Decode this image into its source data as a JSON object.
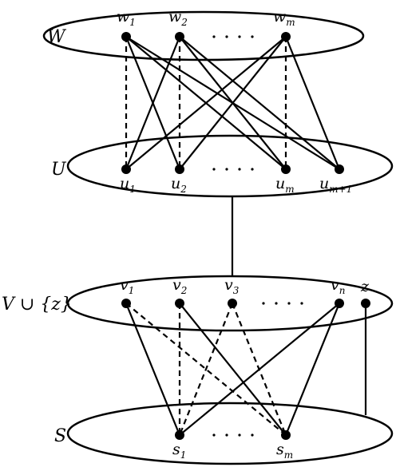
{
  "sets": {
    "W": "W",
    "U": "U",
    "V_union_z": "V ∪ {z}",
    "S": "S"
  },
  "vertices": {
    "w1": {
      "base": "w",
      "sub": "1"
    },
    "w2": {
      "base": "w",
      "sub": "2"
    },
    "wm": {
      "base": "w",
      "sub": "m"
    },
    "u1": {
      "base": "u",
      "sub": "1"
    },
    "u2": {
      "base": "u",
      "sub": "2"
    },
    "um": {
      "base": "u",
      "sub": "m"
    },
    "um1": {
      "base": "u",
      "sub": "m+1"
    },
    "v1": {
      "base": "v",
      "sub": "1"
    },
    "v2": {
      "base": "v",
      "sub": "2"
    },
    "v3": {
      "base": "v",
      "sub": "3"
    },
    "vn": {
      "base": "v",
      "sub": "n"
    },
    "z": {
      "base": "z",
      "sub": ""
    },
    "s1": {
      "base": "s",
      "sub": "1"
    },
    "sm": {
      "base": "s",
      "sub": "m"
    }
  },
  "edges": {
    "solid": [
      [
        "w1",
        "u2"
      ],
      [
        "w1",
        "um"
      ],
      [
        "w1",
        "um1"
      ],
      [
        "w2",
        "u1"
      ],
      [
        "w2",
        "um"
      ],
      [
        "w2",
        "um1"
      ],
      [
        "wm",
        "u1"
      ],
      [
        "wm",
        "u2"
      ],
      [
        "wm",
        "um1"
      ],
      [
        "U",
        "V_union_z"
      ],
      [
        "v1",
        "s1"
      ],
      [
        "v2",
        "sm"
      ],
      [
        "vn",
        "s1"
      ],
      [
        "vn",
        "sm"
      ],
      [
        "z",
        "S"
      ]
    ],
    "dashed": [
      [
        "w1",
        "u1"
      ],
      [
        "w2",
        "u2"
      ],
      [
        "wm",
        "um"
      ],
      [
        "v1",
        "sm"
      ],
      [
        "v2",
        "s1"
      ],
      [
        "v3",
        "s1"
      ],
      [
        "v3",
        "sm"
      ]
    ]
  }
}
